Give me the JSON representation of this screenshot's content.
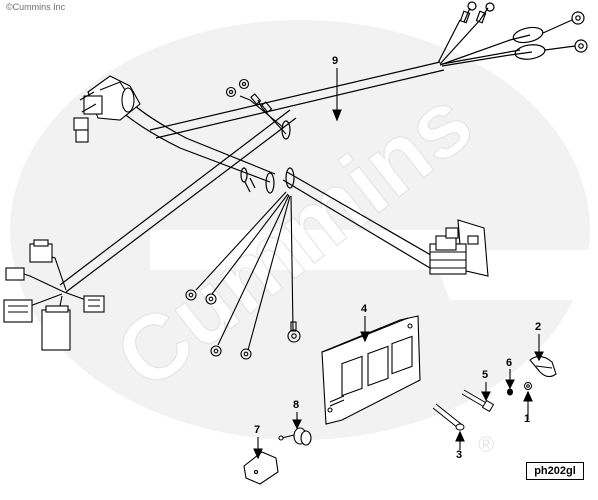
{
  "copyright": "©Cummins Inc",
  "watermark": "Cummins",
  "registered_mark": "®",
  "figure_id": "ph202gl",
  "callouts": {
    "c1": "1",
    "c2": "2",
    "c3": "3",
    "c4": "4",
    "c5": "5",
    "c6": "6",
    "c7": "7",
    "c8": "8",
    "c9": "9"
  },
  "colors": {
    "line": "#000000",
    "watermark": "#efefef",
    "background": "#ffffff"
  }
}
